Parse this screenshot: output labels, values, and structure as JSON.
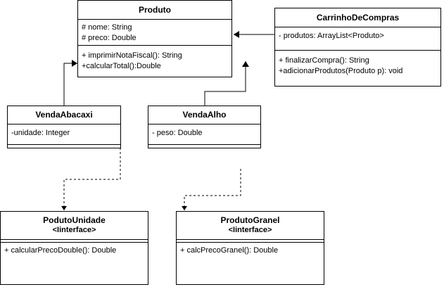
{
  "classes": {
    "produto": {
      "name": "Produto",
      "attributes": [
        "# nome: String",
        "# preco: Double"
      ],
      "methods": [
        "+ imprimirNotaFiscal(): String",
        "+calcularTotal():Double"
      ]
    },
    "carrinho": {
      "name": "CarrinhoDeCompras",
      "attributes": [
        "- produtos: ArrayList<Produto>"
      ],
      "methods": [
        "+ finalizarCompra(): String",
        "+adicionarProdutos(Produto p): void"
      ]
    },
    "venda_abacaxi": {
      "name": "VendaAbacaxi",
      "attributes": [
        "-unidade: Integer"
      ],
      "methods": []
    },
    "venda_alho": {
      "name": "VendaAlho",
      "attributes": [
        "- peso: Double"
      ],
      "methods": []
    },
    "poduto_unidade": {
      "name": "PodutoUnidade",
      "stereotype": "<Iinterface>",
      "methods": [
        "+ calcularPrecoDouble(): Double"
      ]
    },
    "produto_granel": {
      "name": "ProdutoGranel",
      "stereotype": "<Iinterface>",
      "methods": [
        "+ calcPrecoGranel(): Double"
      ]
    }
  },
  "relations": [
    {
      "from": "CarrinhoDeCompras",
      "to": "Produto",
      "kind": "association"
    },
    {
      "from": "VendaAbacaxi",
      "to": "Produto",
      "kind": "inheritance"
    },
    {
      "from": "VendaAlho",
      "to": "Produto",
      "kind": "inheritance"
    },
    {
      "from": "VendaAbacaxi",
      "to": "PodutoUnidade",
      "kind": "dependency"
    },
    {
      "from": "VendaAlho",
      "to": "ProdutoGranel",
      "kind": "dependency"
    }
  ],
  "colors": {
    "line": "#000000",
    "background": "#ffffff"
  }
}
